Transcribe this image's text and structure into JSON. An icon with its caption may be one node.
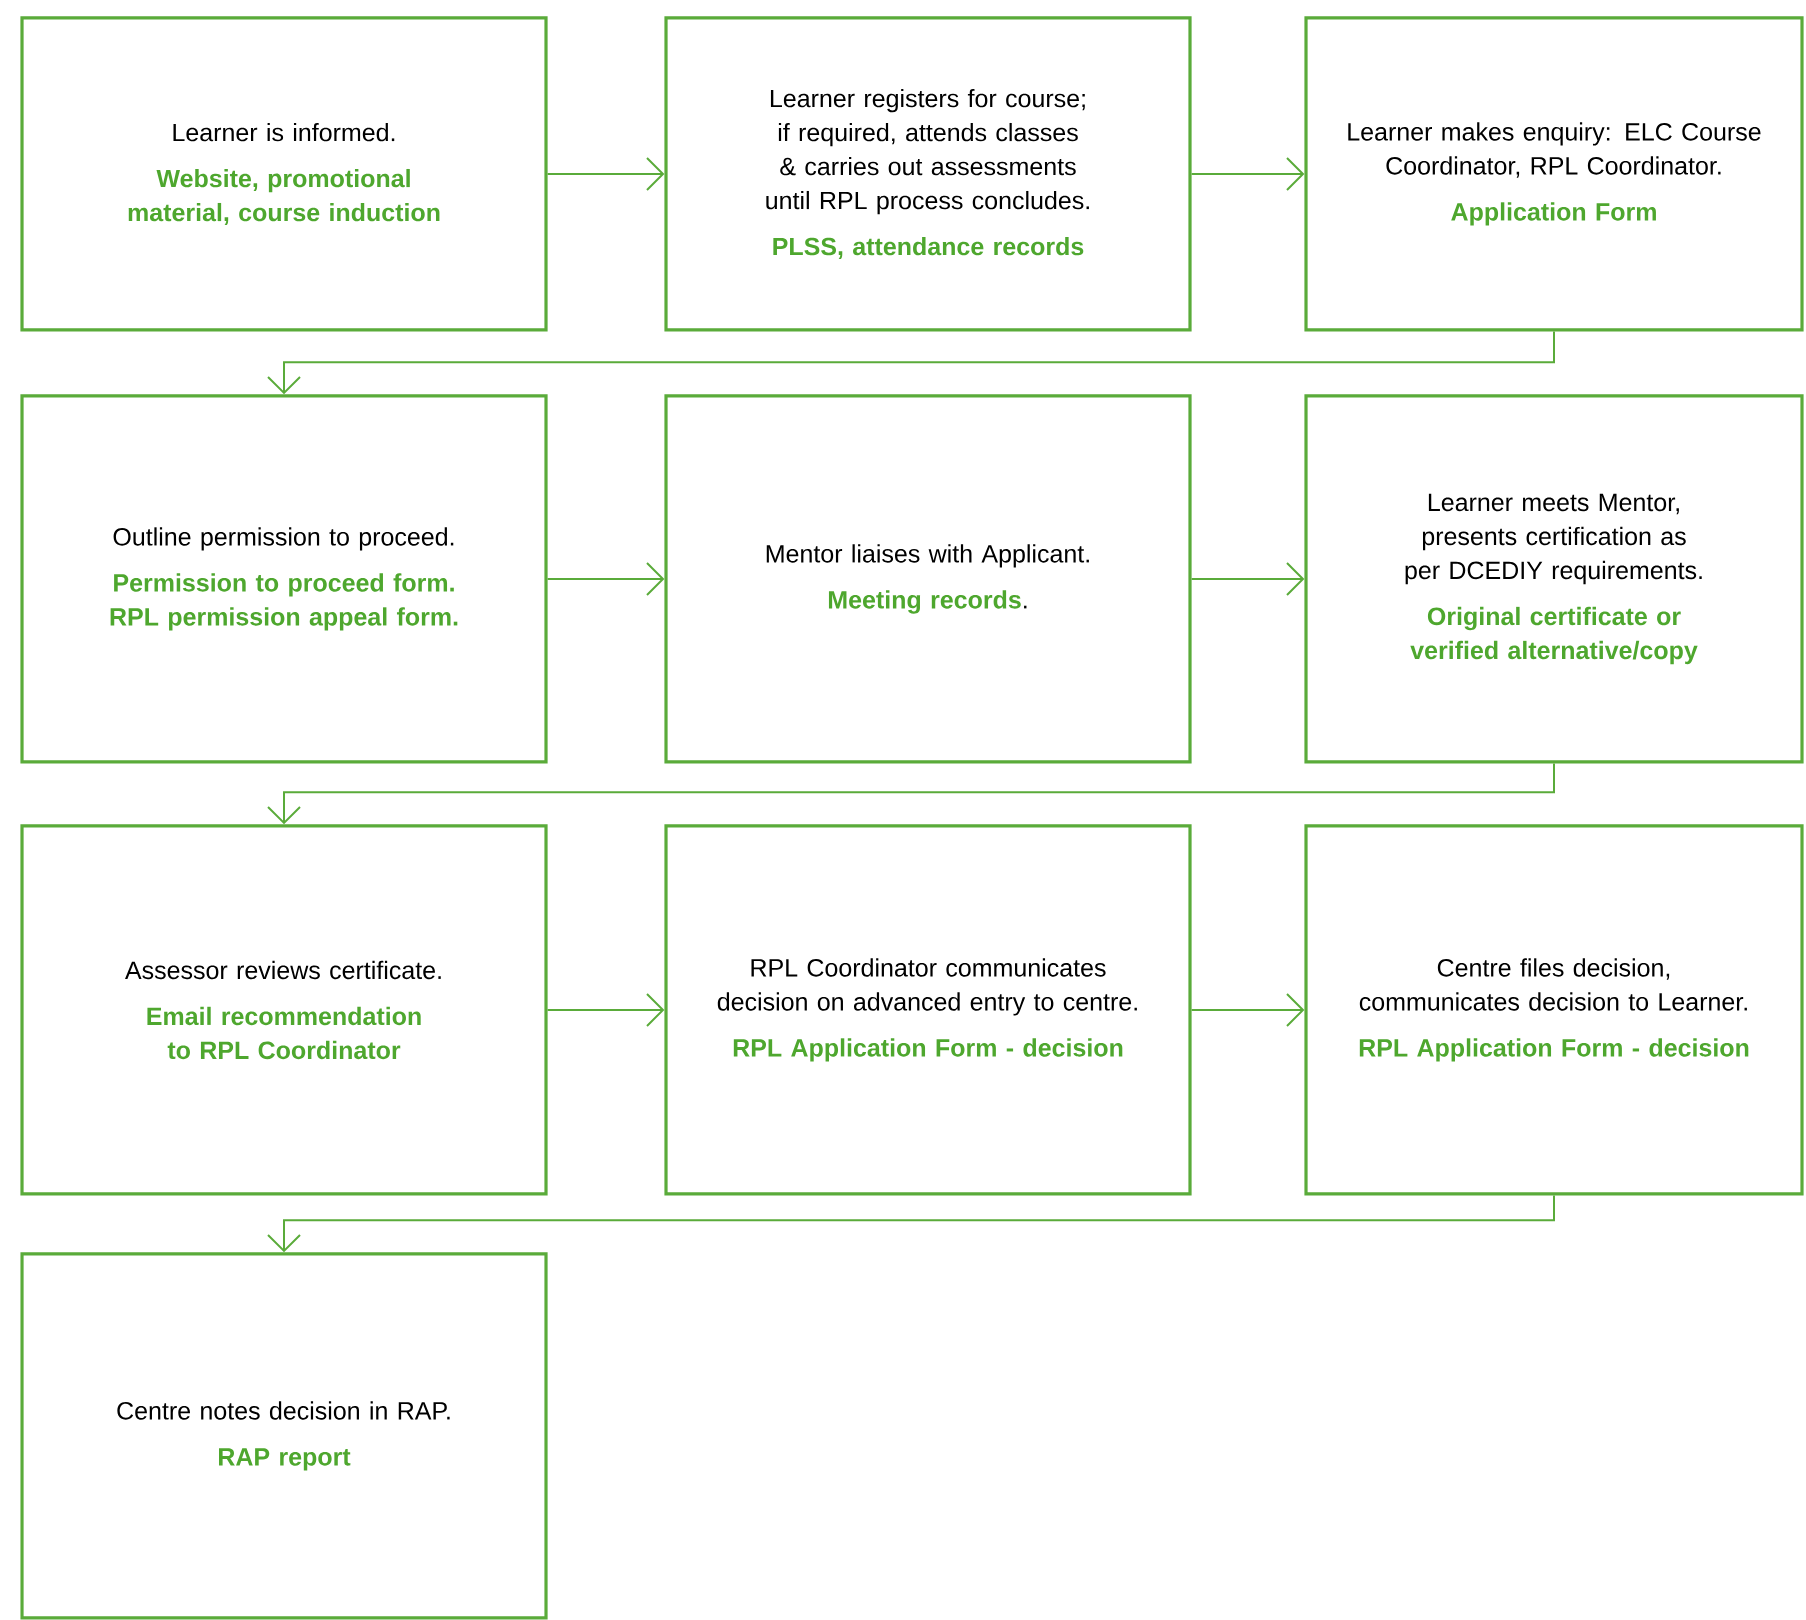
{
  "diagram": {
    "nodes": [
      {
        "text": [
          "Learner is informed.",
          "Website, promotional material, course induction"
        ]
      },
      {
        "text": [
          "Learner registers for course; if required, attends classes & carries out assessments until RPL process concludes.",
          "PLSS, attendance records"
        ]
      },
      {
        "text": [
          "Learner makes enquiry: ELC Course Coordinator, RPL Coordinator.",
          "Application Form"
        ]
      },
      {
        "text": [
          "Outline permission to proceed.",
          "Permission to proceed form. RPL permission appeal form."
        ]
      },
      {
        "text": [
          "Mentor liaises with Applicant.",
          "**Meeting records**."
        ]
      },
      {
        "text": [
          "Learner meets Mentor, presents certification as per DCEDIY requirements.",
          "Original certificate or verified alternative/copy"
        ]
      },
      {
        "text": [
          "Assessor reviews certificate.",
          "Email recommendation to RPL Coordinator"
        ]
      },
      {
        "text": [
          "RPL Coordinator communicates decision on advanced entry to centre.",
          "RPL Application Form - decision"
        ]
      },
      {
        "text": [
          "Centre files decision, communicates decision to Learner.",
          "RPL Application Form - decision"
        ]
      },
      {
        "text": [
          "Centre notes decision in RAP.",
          "RAP report"
        ]
      }
    ],
    "edges": [
      {
        "from": 0,
        "to": 1,
        "arrow": "to"
      },
      {
        "from": 1,
        "to": 2,
        "arrow": "to"
      },
      {
        "from": 2,
        "to": 3,
        "arrow": "to"
      },
      {
        "from": 3,
        "to": 4,
        "arrow": "to"
      },
      {
        "from": 4,
        "to": 5,
        "arrow": "to"
      },
      {
        "from": 5,
        "to": 6,
        "arrow": "to"
      },
      {
        "from": 6,
        "to": 7,
        "arrow": "to"
      },
      {
        "from": 7,
        "to": 8,
        "arrow": "to"
      },
      {
        "from": 8,
        "to": 9,
        "arrow": "to"
      }
    ]
  }
}
